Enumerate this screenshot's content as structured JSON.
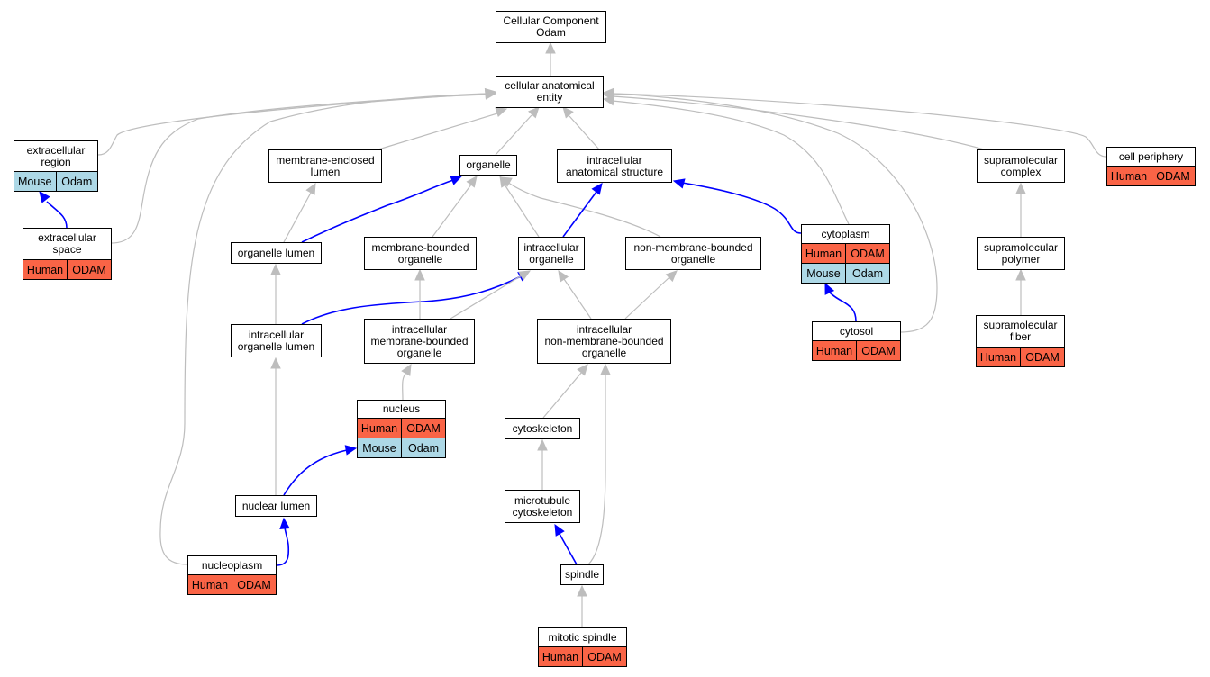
{
  "graph": {
    "colors": {
      "is_a_edge": "#bdbdbd",
      "part_of_edge": "#0000ff",
      "human_tag": "#fa6446",
      "mouse_tag": "#add8e6"
    },
    "nodes": {
      "root": {
        "label": "Cellular Component\nOdam"
      },
      "cae": {
        "label": "cellular anatomical\nentity"
      },
      "ext_region": {
        "label": "extracellular\nregion",
        "tags": [
          "Mouse",
          "Odam"
        ]
      },
      "ext_space": {
        "label": "extracellular\nspace",
        "tags": [
          "Human",
          "ODAM"
        ]
      },
      "mem_lumen": {
        "label": "membrane-enclosed\nlumen"
      },
      "organelle": {
        "label": "organelle"
      },
      "ias": {
        "label": "intracellular\nanatomical structure"
      },
      "supra_complex": {
        "label": "supramolecular\ncomplex"
      },
      "cell_periphery": {
        "label": "cell periphery",
        "tags": [
          "Human",
          "ODAM"
        ]
      },
      "org_lumen": {
        "label": "organelle lumen"
      },
      "mbo": {
        "label": "membrane-bounded\norganelle"
      },
      "intra_org": {
        "label": "intracellular\norganelle"
      },
      "nmbo": {
        "label": "non-membrane-bounded\norganelle"
      },
      "cytoplasm": {
        "label": "cytoplasm",
        "tags": [
          "Human",
          "ODAM"
        ],
        "tags2": [
          "Mouse",
          "Odam"
        ]
      },
      "supra_polymer": {
        "label": "supramolecular\npolymer"
      },
      "intra_org_lumen": {
        "label": "intracellular\norganelle lumen"
      },
      "intra_mbo": {
        "label": "intracellular\nmembrane-bounded\norganelle"
      },
      "intra_nmbo": {
        "label": "intracellular\nnon-membrane-bounded\norganelle"
      },
      "cytosol": {
        "label": "cytosol",
        "tags": [
          "Human",
          "ODAM"
        ]
      },
      "supra_fiber": {
        "label": "supramolecular\nfiber",
        "tags": [
          "Human",
          "ODAM"
        ]
      },
      "nucleus": {
        "label": "nucleus",
        "tags": [
          "Human",
          "ODAM"
        ],
        "tags2": [
          "Mouse",
          "Odam"
        ]
      },
      "cytoskeleton": {
        "label": "cytoskeleton"
      },
      "nuclear_lumen": {
        "label": "nuclear lumen"
      },
      "mt_cytoskeleton": {
        "label": "microtubule\ncytoskeleton"
      },
      "nucleoplasm": {
        "label": "nucleoplasm",
        "tags": [
          "Human",
          "ODAM"
        ]
      },
      "spindle": {
        "label": "spindle"
      },
      "mitotic_spindle": {
        "label": "mitotic spindle",
        "tags": [
          "Human",
          "ODAM"
        ]
      }
    },
    "edges": [
      {
        "from": "cae",
        "to": "root",
        "type": "is_a"
      },
      {
        "from": "ext_region",
        "to": "cae",
        "type": "is_a"
      },
      {
        "from": "ext_space",
        "to": "cae",
        "type": "is_a"
      },
      {
        "from": "ext_space",
        "to": "ext_region",
        "type": "part_of"
      },
      {
        "from": "mem_lumen",
        "to": "cae",
        "type": "is_a"
      },
      {
        "from": "organelle",
        "to": "cae",
        "type": "is_a"
      },
      {
        "from": "ias",
        "to": "cae",
        "type": "is_a"
      },
      {
        "from": "supra_complex",
        "to": "cae",
        "type": "is_a"
      },
      {
        "from": "cell_periphery",
        "to": "cae",
        "type": "is_a"
      },
      {
        "from": "cytoplasm",
        "to": "cae",
        "type": "is_a"
      },
      {
        "from": "cytosol",
        "to": "cae",
        "type": "is_a"
      },
      {
        "from": "nucleoplasm",
        "to": "cae",
        "type": "is_a"
      },
      {
        "from": "org_lumen",
        "to": "mem_lumen",
        "type": "is_a"
      },
      {
        "from": "org_lumen",
        "to": "organelle",
        "type": "part_of"
      },
      {
        "from": "mbo",
        "to": "organelle",
        "type": "is_a"
      },
      {
        "from": "intra_org",
        "to": "organelle",
        "type": "is_a"
      },
      {
        "from": "nmbo",
        "to": "organelle",
        "type": "is_a"
      },
      {
        "from": "intra_org",
        "to": "ias",
        "type": "part_of"
      },
      {
        "from": "cytoplasm",
        "to": "ias",
        "type": "part_of"
      },
      {
        "from": "supra_polymer",
        "to": "supra_complex",
        "type": "is_a"
      },
      {
        "from": "intra_org_lumen",
        "to": "org_lumen",
        "type": "is_a"
      },
      {
        "from": "intra_org_lumen",
        "to": "intra_org",
        "type": "part_of"
      },
      {
        "from": "intra_mbo",
        "to": "mbo",
        "type": "is_a"
      },
      {
        "from": "intra_mbo",
        "to": "intra_org",
        "type": "is_a"
      },
      {
        "from": "intra_nmbo",
        "to": "intra_org",
        "type": "is_a"
      },
      {
        "from": "intra_nmbo",
        "to": "nmbo",
        "type": "is_a"
      },
      {
        "from": "cytosol",
        "to": "cytoplasm",
        "type": "part_of"
      },
      {
        "from": "supra_fiber",
        "to": "supra_polymer",
        "type": "is_a"
      },
      {
        "from": "nucleus",
        "to": "intra_mbo",
        "type": "is_a"
      },
      {
        "from": "nuclear_lumen",
        "to": "intra_org_lumen",
        "type": "is_a"
      },
      {
        "from": "nuclear_lumen",
        "to": "nucleus",
        "type": "part_of"
      },
      {
        "from": "cytoskeleton",
        "to": "intra_nmbo",
        "type": "is_a"
      },
      {
        "from": "spindle",
        "to": "intra_nmbo",
        "type": "is_a"
      },
      {
        "from": "mt_cytoskeleton",
        "to": "cytoskeleton",
        "type": "is_a"
      },
      {
        "from": "spindle",
        "to": "mt_cytoskeleton",
        "type": "part_of"
      },
      {
        "from": "nucleoplasm",
        "to": "nuclear_lumen",
        "type": "part_of"
      },
      {
        "from": "mitotic_spindle",
        "to": "spindle",
        "type": "is_a"
      }
    ]
  }
}
